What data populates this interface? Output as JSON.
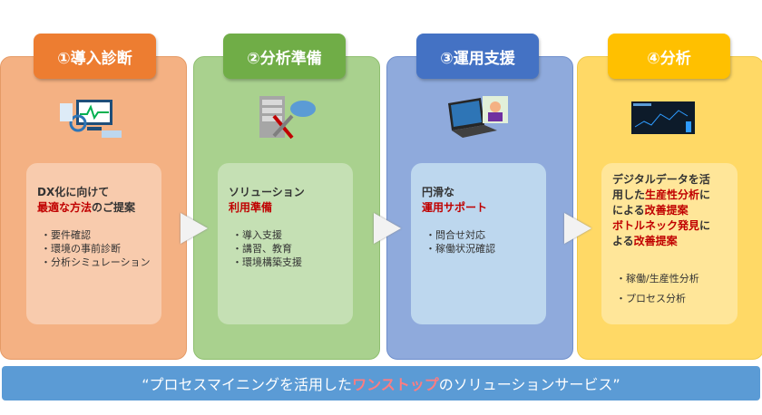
{
  "steps": [
    {
      "title": "①導入診断",
      "heading1": "DX化に向けて",
      "heading2_red": "最適な方法",
      "heading2_rest": "のご提案",
      "items": [
        "要件確認",
        "環境の事前診断",
        "分析シミュレーション"
      ]
    },
    {
      "title": "②分析準備",
      "heading1": "ソリューション",
      "heading2_red": "利用準備",
      "items": [
        "導入支援",
        "講習、教育",
        "環境構築支援"
      ]
    },
    {
      "title": "③運用支援",
      "heading1": "円滑な",
      "heading2_red": "運用サポート",
      "items": [
        "問合せ対応",
        "稼働状況確認"
      ]
    },
    {
      "title": "④分析",
      "lines": [
        [
          "デジタルデータを活",
          ""
        ],
        [
          "用した",
          "生産性分析",
          "に"
        ],
        [
          "による",
          "改善提案"
        ],
        [
          "",
          "ボトルネック発見",
          "に"
        ],
        [
          "よる",
          "改善提案"
        ]
      ],
      "items": [
        "稼働/生産性分析",
        "プロセス分析"
      ]
    }
  ],
  "banner": {
    "prefix": "“プロセスマイニングを活用した",
    "highlight": "ワンストップ",
    "suffix": "のソリューションサービス”"
  },
  "colors": {
    "orange": "#ed7d31",
    "green": "#70ad47",
    "blue": "#4472c4",
    "yellow": "#ffc000",
    "highlight": "#ff7c80"
  }
}
